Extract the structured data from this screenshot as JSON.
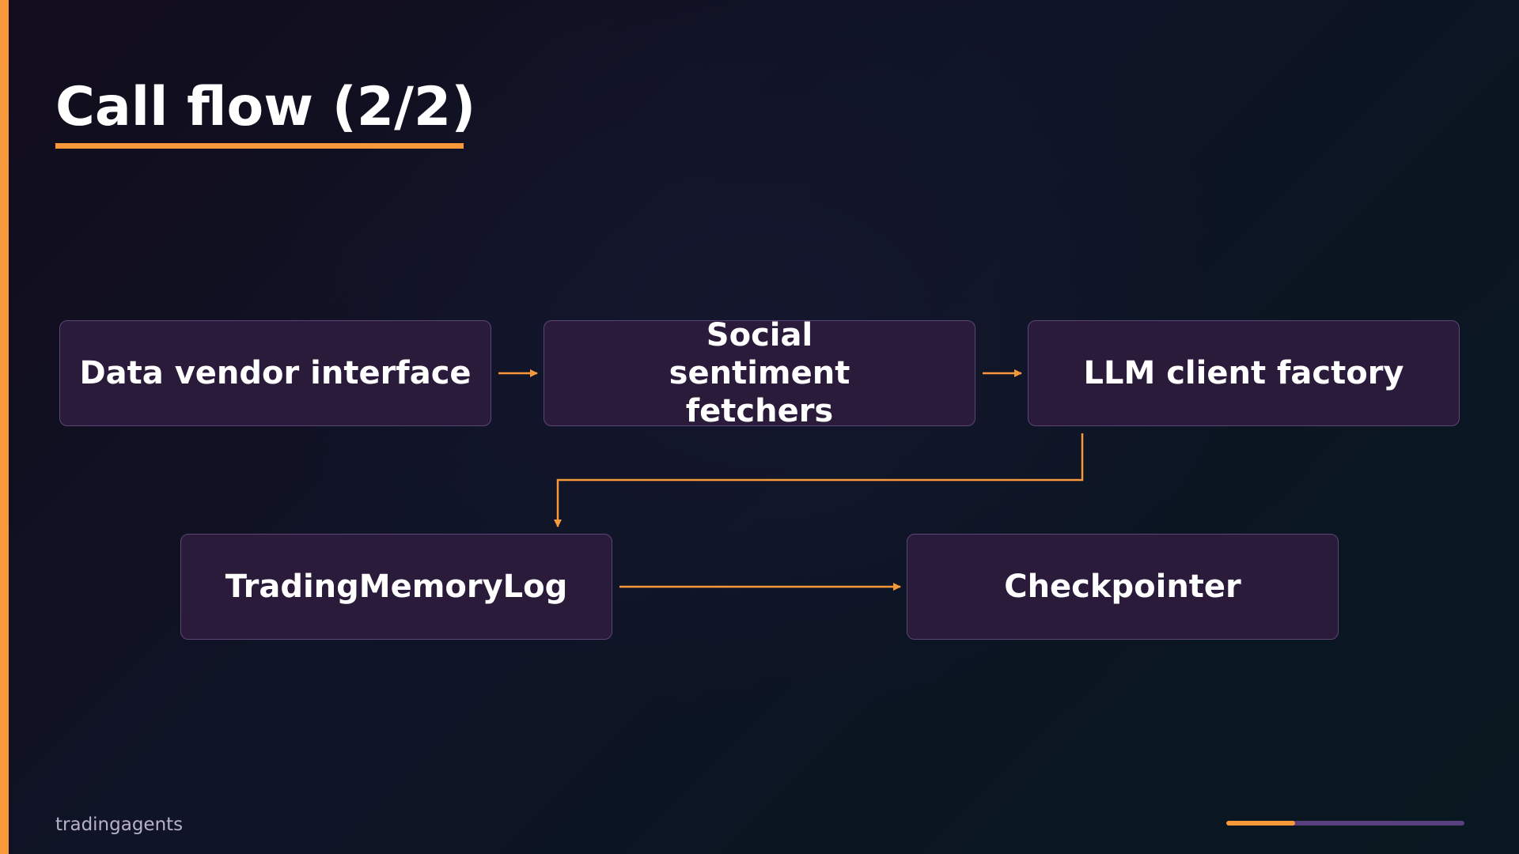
{
  "slide": {
    "title": "Call flow (2/2)",
    "footer_brand": "tradingagents",
    "progress": 0.29
  },
  "colors": {
    "accent": "#f7983a",
    "node_fill": "#2a1b3a",
    "node_border": "#5c4577",
    "text": "#ffffff",
    "muted_text": "#b9b1c9",
    "progress_track": "#5a3f7f"
  },
  "diagram": {
    "nodes": [
      {
        "id": "data-vendor",
        "label": "Data vendor interface"
      },
      {
        "id": "social-sentiment",
        "label": "Social sentiment fetchers"
      },
      {
        "id": "llm-client",
        "label": "LLM client factory"
      },
      {
        "id": "trading-memory",
        "label": "TradingMemoryLog"
      },
      {
        "id": "checkpointer",
        "label": "Checkpointer"
      }
    ],
    "edges": [
      {
        "from": "data-vendor",
        "to": "social-sentiment"
      },
      {
        "from": "social-sentiment",
        "to": "llm-client"
      },
      {
        "from": "llm-client",
        "to": "trading-memory"
      },
      {
        "from": "trading-memory",
        "to": "checkpointer"
      }
    ]
  }
}
